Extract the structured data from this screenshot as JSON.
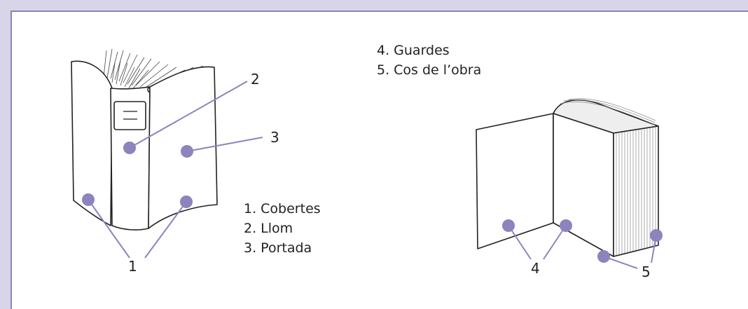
{
  "legend_left": {
    "items": [
      "1. Cobertes",
      "2. Llom",
      "3. Portada"
    ]
  },
  "legend_right": {
    "items": [
      "4. Guardes",
      "5. Cos de l’obra"
    ]
  },
  "callouts": {
    "n1": "1",
    "n2": "2",
    "n3": "3",
    "n4": "4",
    "n5": "5"
  },
  "colors": {
    "marker": "#8c84bd",
    "frame": "#8c84bd",
    "background": "#d8d5e8"
  }
}
